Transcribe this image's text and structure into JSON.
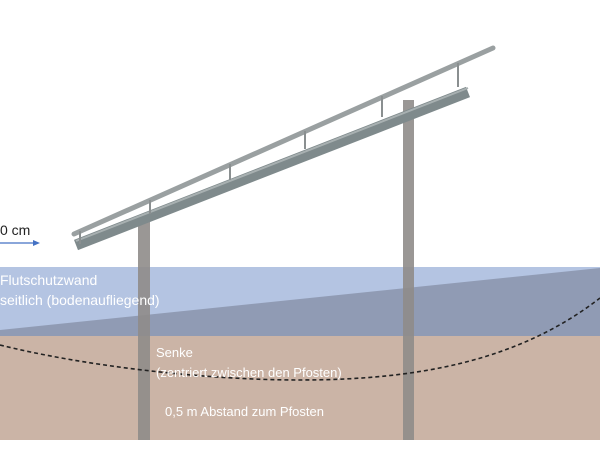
{
  "labels": {
    "distance": "0 cm",
    "flood_wall_line1": "Flutschutzwand",
    "flood_wall_line2": "seitlich (bodenaufliegend)",
    "sink_line1": "Senke",
    "sink_line2": "(zentriert zwischen den Pfosten)",
    "post_distance": "0,5 m Abstand zum Pfosten"
  },
  "colors": {
    "flood_band": "#b4c4e2",
    "flood_wedge": "#8a94ab",
    "ground": "#cbb4a6",
    "post": "#8f8c8a",
    "rail": "#8c9596",
    "arrow": "#4472c4"
  }
}
